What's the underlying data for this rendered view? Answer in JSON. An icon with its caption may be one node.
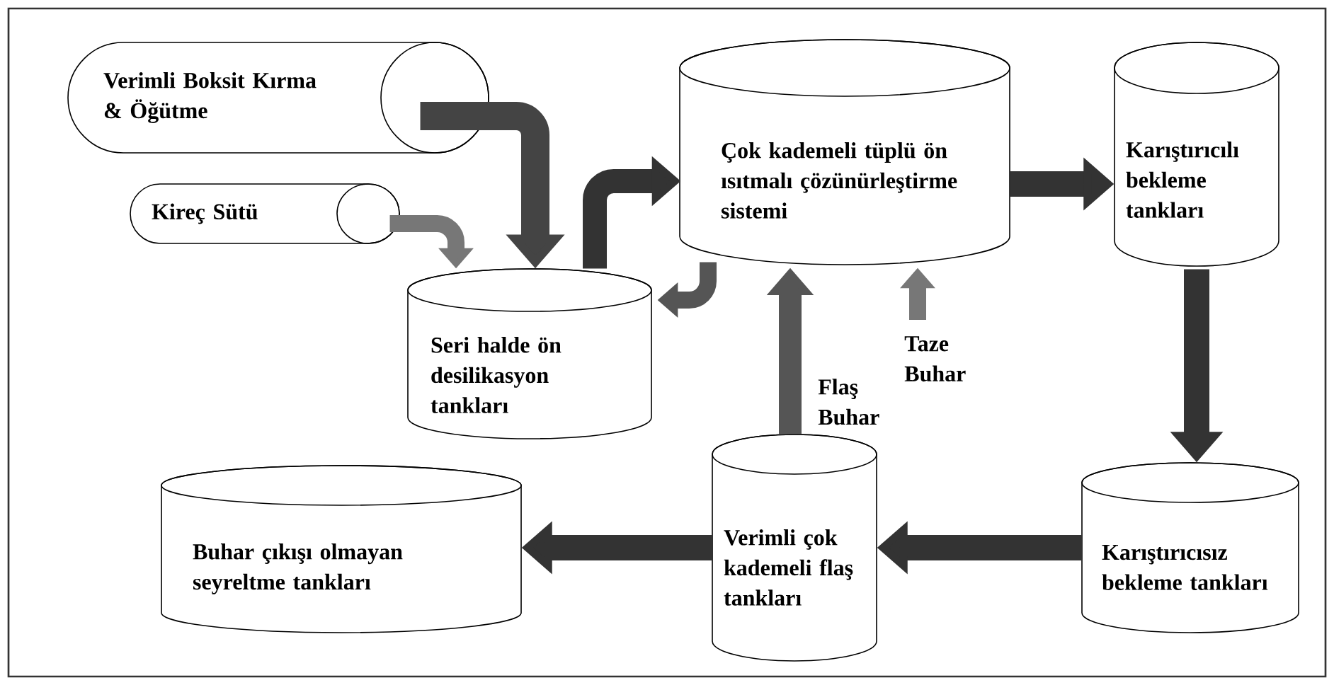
{
  "diagram": {
    "nodes": [
      {
        "text": [
          "Verimli Boksit Kırma & Öğütme"
        ]
      },
      {
        "text": [
          "Kireç Sütü"
        ]
      },
      {
        "text": [
          "Seri halde ön desilikasyon tankları"
        ]
      },
      {
        "text": [
          "Çok kademeli tüplü ön ısıtmalı çözünürleştirme sistemi"
        ]
      },
      {
        "text": [
          "Karıştırıcılı bekleme tankları"
        ]
      },
      {
        "text": [
          "Karıştırıcısız bekleme tankları"
        ]
      },
      {
        "text": [
          "Verimli çok kademeli flaş tankları"
        ]
      },
      {
        "text": [
          "Buhar çıkışı olmayan seyreltme tankları"
        ]
      }
    ],
    "edges": [
      {
        "from": 0,
        "to": 2,
        "arrow": "to",
        "color": "#444444"
      },
      {
        "from": 1,
        "to": 2,
        "arrow": "to",
        "color": "#777777"
      },
      {
        "from": 2,
        "to": 3,
        "arrow": "to"
      },
      {
        "from": 3,
        "to": 2,
        "arrow": "to",
        "color": "#555555"
      },
      {
        "from": 3,
        "to": 4,
        "arrow": "to"
      },
      {
        "from": 4,
        "to": 5,
        "arrow": "to"
      },
      {
        "from": 5,
        "to": 6,
        "arrow": "to"
      },
      {
        "from": 6,
        "to": 7,
        "arrow": "to"
      },
      {
        "from": 6,
        "to": 3,
        "arrow": "to",
        "label": "Flaş Buhar",
        "color": "#555555"
      },
      {
        "from": null,
        "to": 3,
        "arrow": "to",
        "label": "Taze Buhar",
        "color": "#777777"
      }
    ]
  }
}
